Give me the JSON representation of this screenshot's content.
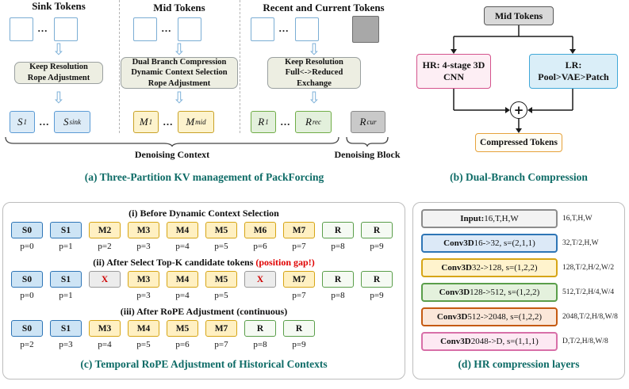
{
  "icons": {
    "down_arrow": "⇩",
    "plus": "+",
    "ellipsis": "..."
  },
  "panel_a": {
    "caption": "(a) Three-Partition KV management of PackForcing",
    "denoising_context": "Denoising Context",
    "denoising_block": "Denoising Block",
    "sections": [
      {
        "header": "Sink Tokens",
        "process": [
          "Keep Resolution",
          "Rope Adjustment"
        ],
        "tokens": [
          {
            "base": "S",
            "sub": "1"
          },
          {
            "base": "S",
            "sub": "sink"
          }
        ]
      },
      {
        "header": "Mid Tokens",
        "process": [
          "Dual Branch Compression",
          "Dynamic Context Selection",
          "Rope Adjustment"
        ],
        "tokens": [
          {
            "base": "M",
            "sub": "1"
          },
          {
            "base": "M",
            "sub": "mid"
          }
        ]
      },
      {
        "header": "Recent and Current Tokens",
        "process": [
          "Keep Resolution",
          "Full<->Reduced",
          "Exchange"
        ],
        "tokens": [
          {
            "base": "R",
            "sub": "1"
          },
          {
            "base": "R",
            "sub": "rec"
          }
        ],
        "current_token": {
          "base": "R",
          "sub": "cur"
        }
      }
    ]
  },
  "panel_b": {
    "caption": "(b) Dual-Branch Compression",
    "input": "Mid Tokens",
    "hr_branch": [
      "HR: 4-stage 3D",
      "CNN"
    ],
    "lr_branch": [
      "LR:",
      "Pool>VAE>Patch"
    ],
    "output": "Compressed Tokens"
  },
  "panel_c": {
    "caption": "(c) Temporal RoPE Adjustment of Historical Contexts",
    "rows": [
      {
        "title": "(i) Before Dynamic Context Selection",
        "highlight": "",
        "tokens": [
          {
            "label": "S0",
            "p": "p=0"
          },
          {
            "label": "S1",
            "p": "p=1"
          },
          {
            "label": "M2",
            "p": "p=2"
          },
          {
            "label": "M3",
            "p": "p=3"
          },
          {
            "label": "M4",
            "p": "p=4"
          },
          {
            "label": "M5",
            "p": "p=5"
          },
          {
            "label": "M6",
            "p": "p=6"
          },
          {
            "label": "M7",
            "p": "p=7"
          },
          {
            "label": "R",
            "p": "p=8"
          },
          {
            "label": "R",
            "p": "p=9"
          }
        ]
      },
      {
        "title": "(ii) After Select Top-K candidate tokens ",
        "highlight": "(position gap!)",
        "tokens": [
          {
            "label": "S0",
            "p": "p=0"
          },
          {
            "label": "S1",
            "p": "p=1"
          },
          {
            "label": "X",
            "p": ""
          },
          {
            "label": "M3",
            "p": "p=3"
          },
          {
            "label": "M4",
            "p": "p=4"
          },
          {
            "label": "M5",
            "p": "p=5"
          },
          {
            "label": "X",
            "p": ""
          },
          {
            "label": "M7",
            "p": "p=7"
          },
          {
            "label": "R",
            "p": "p=8"
          },
          {
            "label": "R",
            "p": "p=9"
          }
        ]
      },
      {
        "title": "(iii) After RoPE Adjustment (continuous)",
        "highlight": "",
        "tokens": [
          {
            "label": "S0",
            "p": "p=2"
          },
          {
            "label": "S1",
            "p": "p=3"
          },
          {
            "label": "M3",
            "p": "p=4"
          },
          {
            "label": "M4",
            "p": "p=5"
          },
          {
            "label": "M5",
            "p": "p=6"
          },
          {
            "label": "M7",
            "p": "p=7"
          },
          {
            "label": "R",
            "p": "p=8"
          },
          {
            "label": "R",
            "p": "p=9"
          }
        ]
      }
    ]
  },
  "panel_d": {
    "caption": "(d) HR compression layers",
    "layers": [
      {
        "name": "Input:",
        "spec": " 16,T,H,W",
        "shape": "16,T,H,W"
      },
      {
        "name": "Conv3D",
        "spec": " 16->32, s=(2,1,1)",
        "shape": "32,T/2,H,W"
      },
      {
        "name": "Conv3D",
        "spec": " 32->128, s=(1,2,2)",
        "shape": "128,T/2,H/2,W/2"
      },
      {
        "name": "Conv3D",
        "spec": " 128->512, s=(1,2,2)",
        "shape": "512,T/2,H/4,W/4"
      },
      {
        "name": "Conv3D",
        "spec": " 512->2048, s=(1,2,2)",
        "shape": "2048,T/2,H/8,W/8"
      },
      {
        "name": "Conv3D",
        "spec": " 2048->D, s=(1,1,1)",
        "shape": "D,T/2,H/8,W/8"
      }
    ]
  }
}
